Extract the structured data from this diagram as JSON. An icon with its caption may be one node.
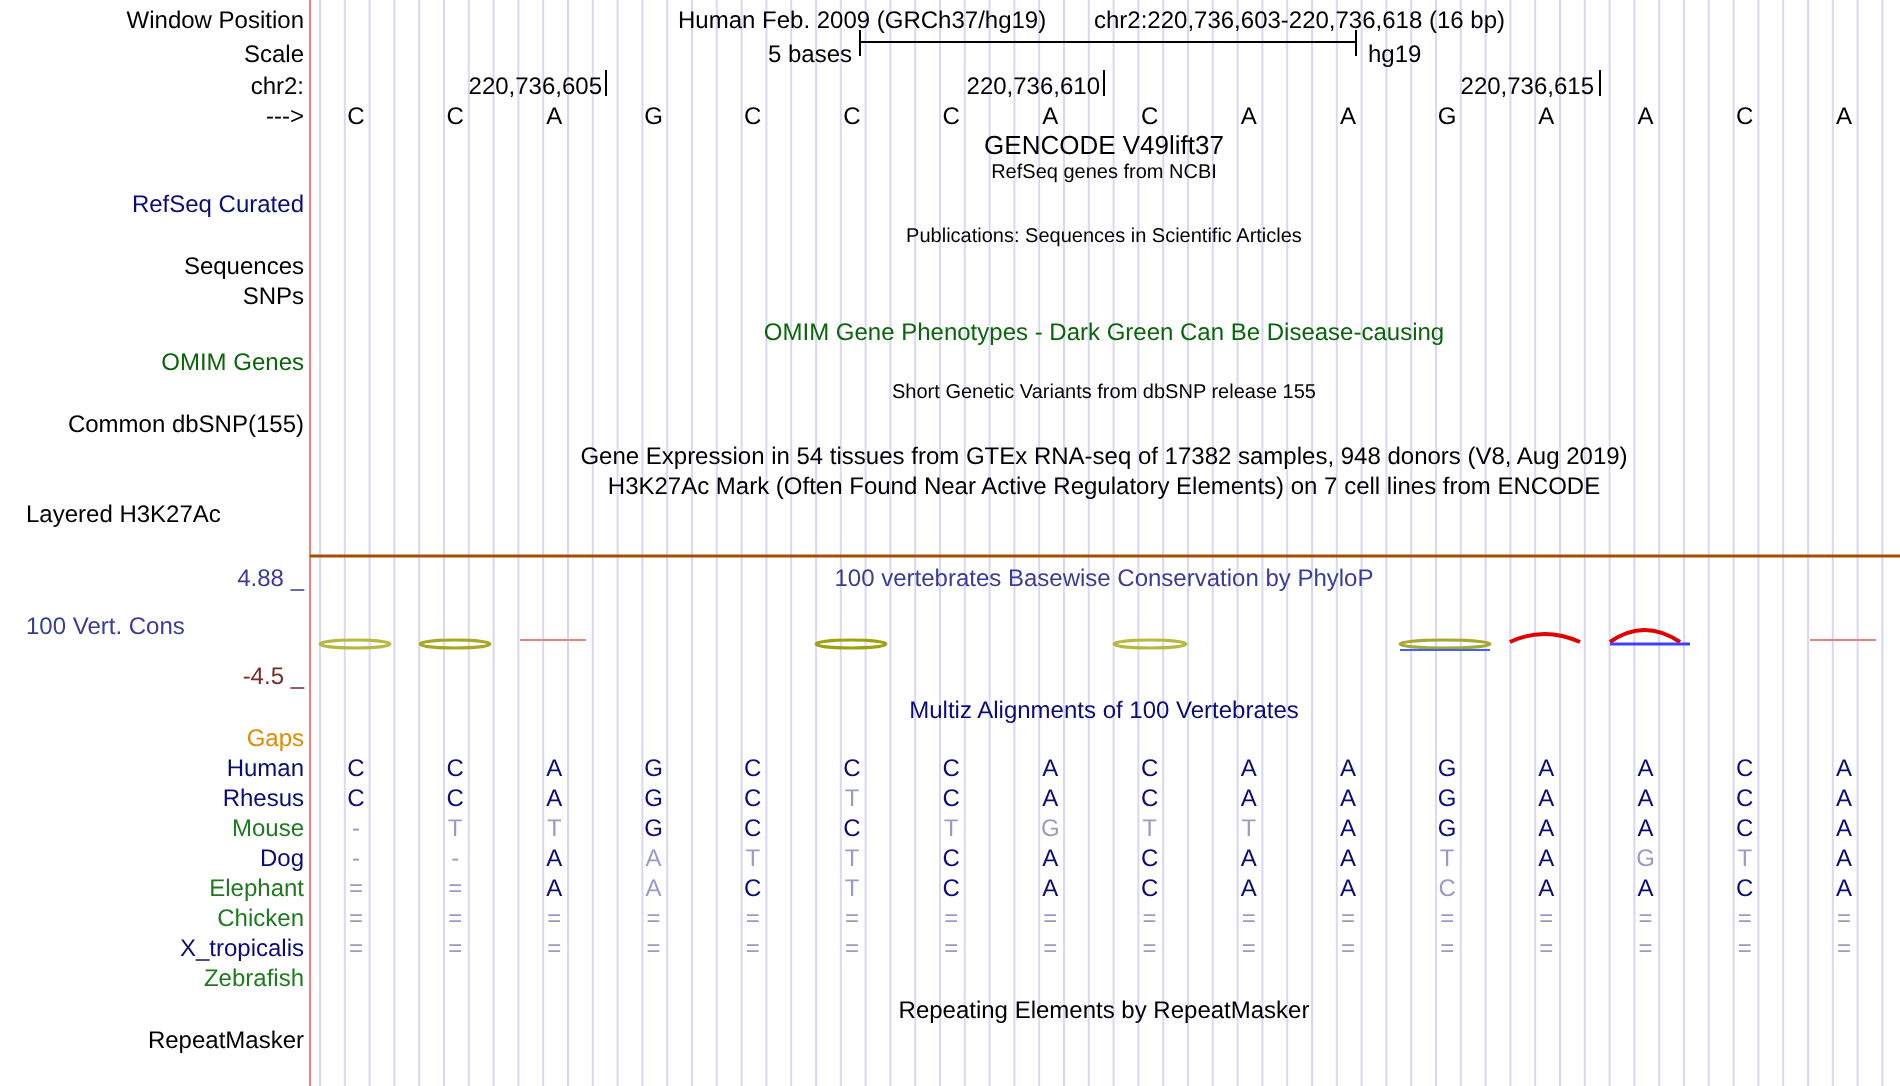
{
  "diagram": {
    "labels": [
      "Window Position",
      "Human Feb. 2009 (GRCh37/hg19)",
      "chr2:220,736,603-220,736,618 (16 bp)",
      "Scale",
      "5 bases",
      "hg19",
      "chr2:",
      "220,736,605",
      "220,736,610",
      "220,736,615",
      "--->",
      "C",
      "C",
      "A",
      "G",
      "C",
      "C",
      "C",
      "A",
      "C",
      "A",
      "A",
      "G",
      "A",
      "A",
      "C",
      "A",
      "GENCODE V49lift37",
      "RefSeq genes from NCBI",
      "RefSeq Curated",
      "Publications: Sequences in Scientific Articles",
      "Sequences",
      "SNPs",
      "OMIM Gene Phenotypes - Dark Green Can Be Disease-causing",
      "OMIM Genes",
      "Short Genetic Variants from dbSNP release 155",
      "Common dbSNP(155)",
      "Gene Expression in 54 tissues from GTEx RNA-seq of 17382 samples, 948 donors (V8, Aug 2019)",
      "H3K27Ac Mark (Often Found Near Active Regulatory Elements) on 7 cell lines from ENCODE",
      "Layered H3K27Ac",
      "4.88 _",
      "100 vertebrates Basewise Conservation by PhyloP",
      "100 Vert. Cons",
      "-4.5 _",
      "Multiz Alignments of 100 Vertebrates",
      "Gaps",
      "Human",
      "C",
      "C",
      "A",
      "G",
      "C",
      "C",
      "C",
      "A",
      "C",
      "A",
      "A",
      "G",
      "A",
      "A",
      "C",
      "A",
      "Rhesus",
      "C",
      "C",
      "A",
      "G",
      "C",
      "T",
      "C",
      "A",
      "C",
      "A",
      "A",
      "G",
      "A",
      "A",
      "C",
      "A",
      "Mouse",
      "-",
      "T",
      "T",
      "G",
      "C",
      "C",
      "T",
      "G",
      "T",
      "T",
      "A",
      "G",
      "A",
      "A",
      "C",
      "A",
      "Dog",
      "-",
      "-",
      "A",
      "A",
      "T",
      "T",
      "C",
      "A",
      "C",
      "A",
      "A",
      "T",
      "A",
      "G",
      "T",
      "A",
      "Elephant",
      "=",
      "=",
      "A",
      "A",
      "C",
      "T",
      "C",
      "A",
      "C",
      "A",
      "A",
      "C",
      "A",
      "A",
      "C",
      "A",
      "Chicken",
      "=",
      "=",
      "=",
      "=",
      "=",
      "=",
      "=",
      "=",
      "=",
      "=",
      "=",
      "=",
      "=",
      "=",
      "=",
      "=",
      "X_tropicalis",
      "=",
      "=",
      "=",
      "=",
      "=",
      "=",
      "=",
      "=",
      "=",
      "=",
      "=",
      "=",
      "=",
      "=",
      "=",
      "=",
      "Zebrafish",
      "Repeating Elements by RepeatMasker",
      "RepeatMasker"
    ]
  }
}
